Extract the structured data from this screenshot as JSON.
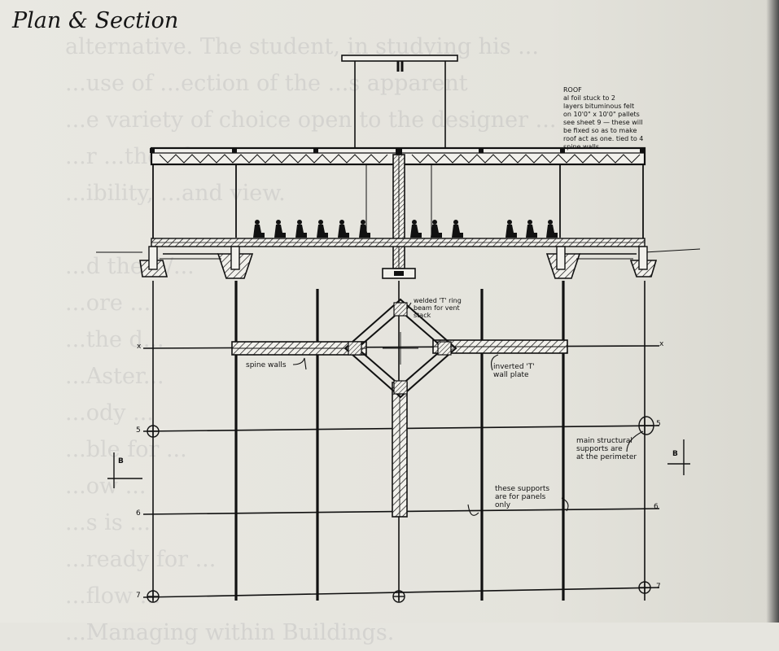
{
  "title": "Plan & Section",
  "roof_note": "ROOF\nal foil stuck to 2\nlayers bituminous felt\non 10'0\" x 10'0\" pallets\nsee sheet 9 — these will\nbe fixed so as to make\nroof act as one. tied to 4\nspine walls",
  "labels": {
    "welded_beam": "welded 'T' ring\nbeam for vent\nstack",
    "spine_walls": "spine walls",
    "inverted_t": "inverted 'T'\nwall plate",
    "main_supports": "main structural\nsupports are\nat the perimeter",
    "panel_supports": "these supports\nare for panels\nonly"
  },
  "grid_markers": {
    "x_left": "x",
    "x_right": "x",
    "row5_left": "5",
    "row5_right": "5",
    "row6_left": "6",
    "row6_right": "6",
    "row7_left": "7",
    "row7_right": "7",
    "section_left": "B",
    "section_right": "B"
  },
  "bleed_through_text": "alternative. The student, in studying his ...\n...use of ...ection of the ...s apparent\n...e variety of choice open to the designer ...\n...r ...the often\n...ibility, ...and view.\n\n...d the A/...\n...ore ...\n...the d...\n...Aster...\n...ody ...\n...ble for ...\n...ow ...\n...s is ...\n...ready for ...\n...flow ...\n...Managing within Buildings."
}
